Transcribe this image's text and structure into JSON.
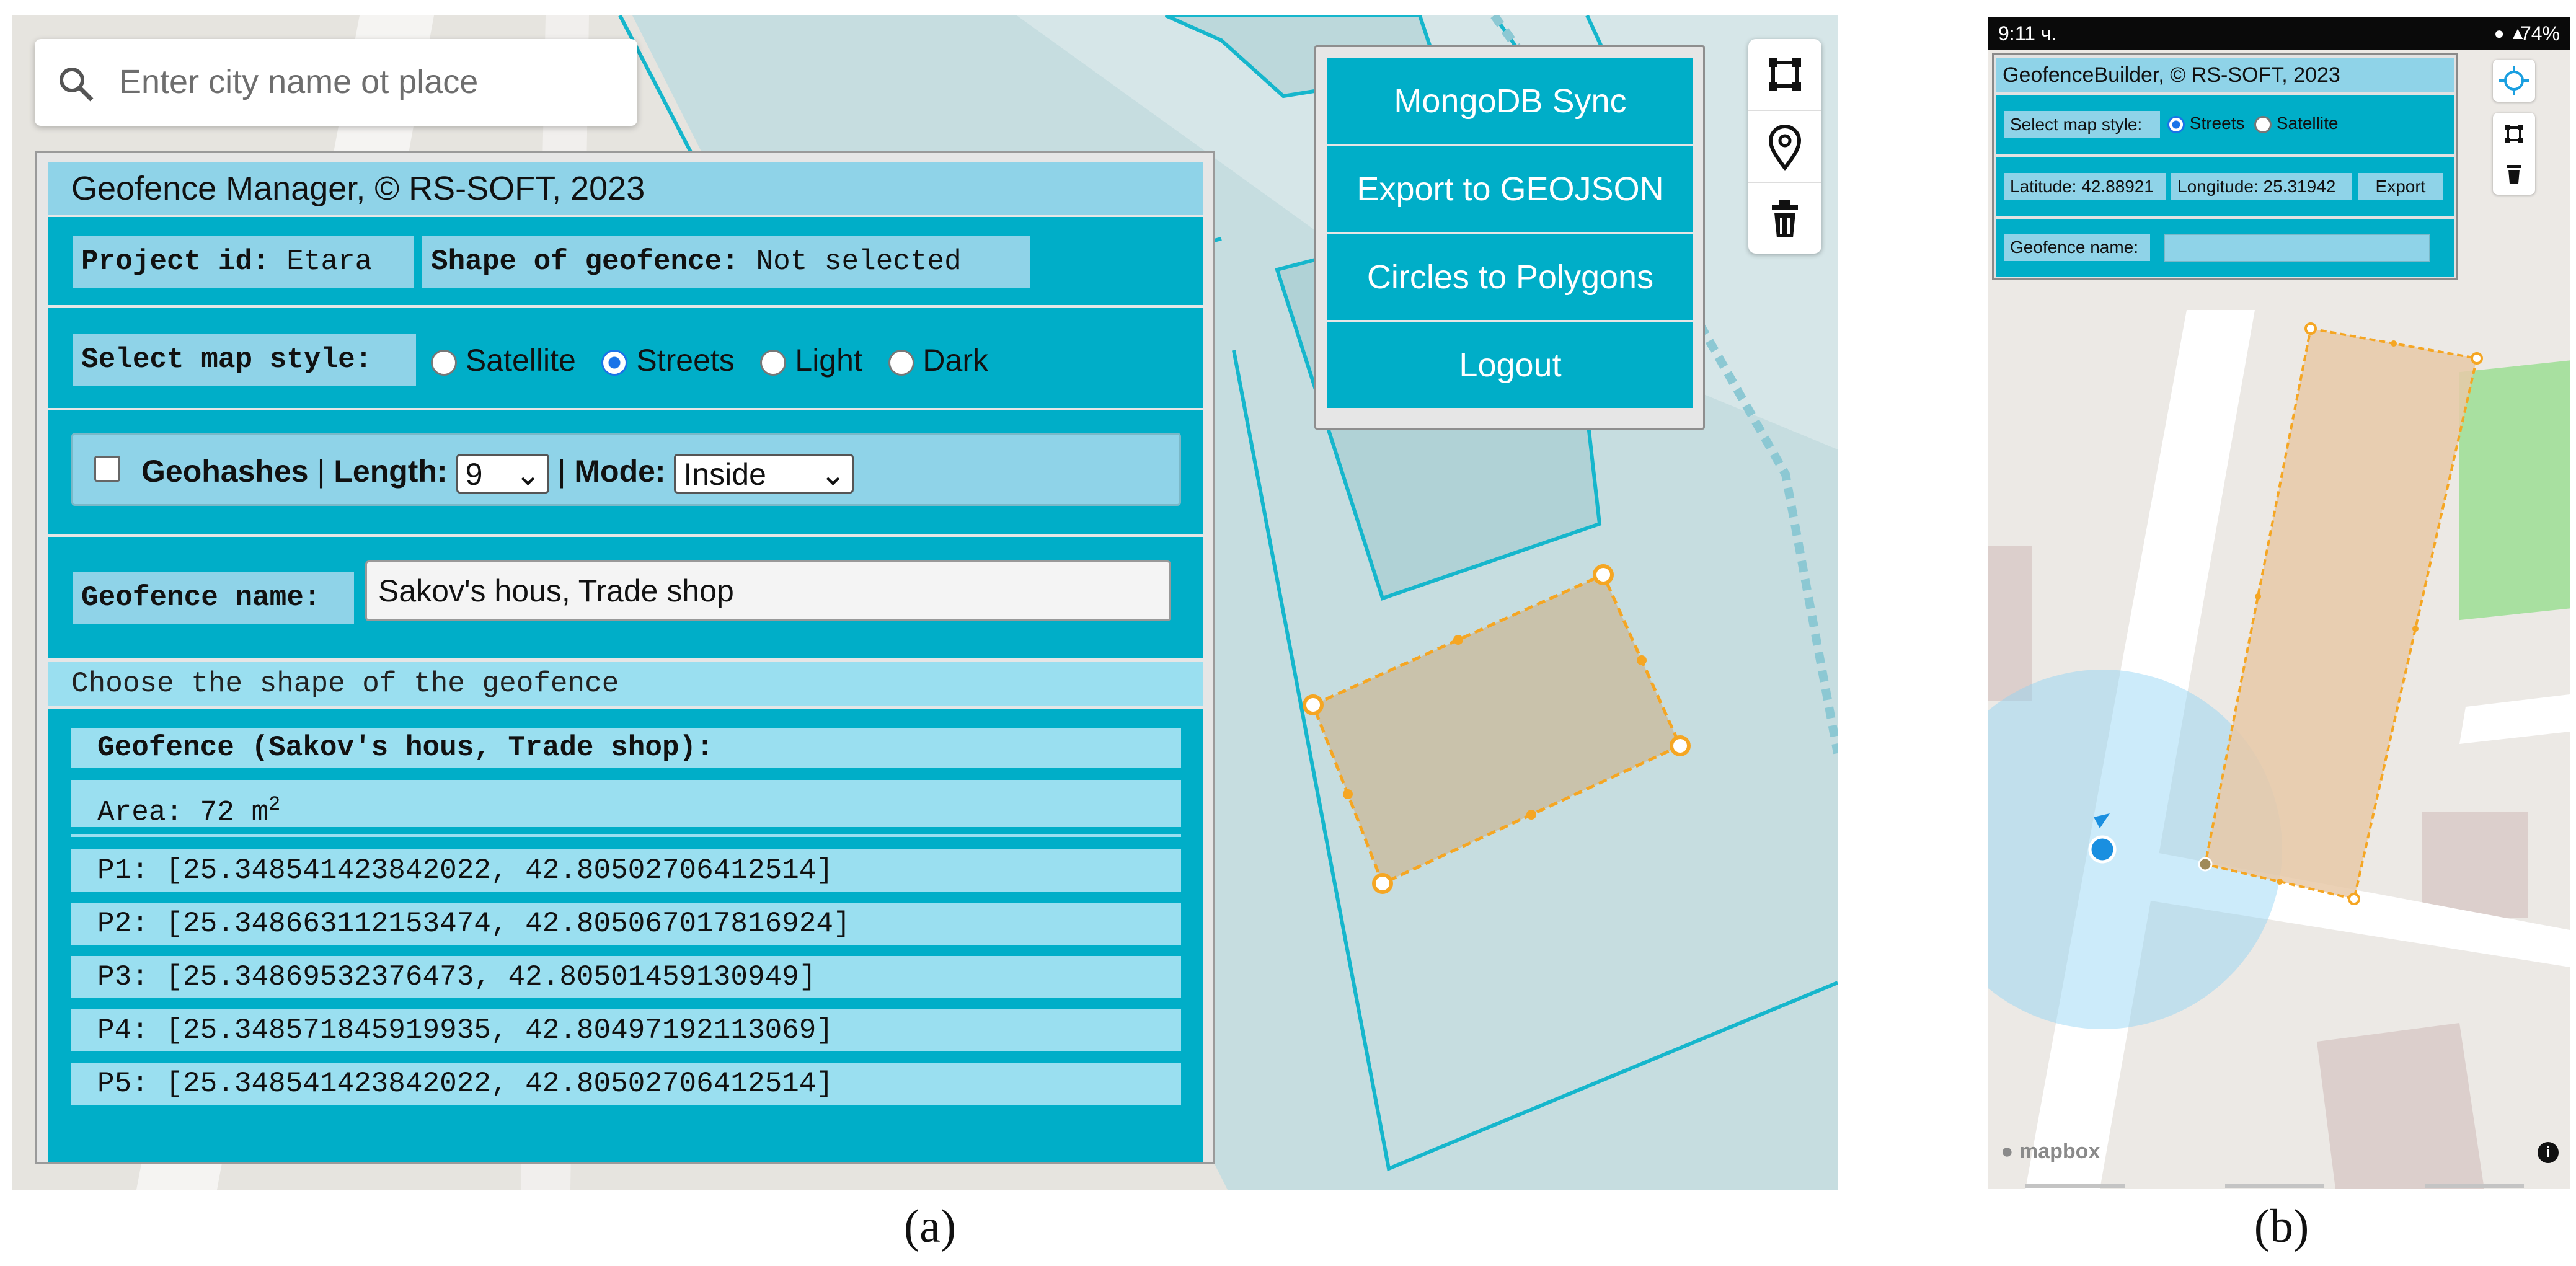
{
  "panel_a": {
    "search": {
      "placeholder": "Enter city name ot place"
    },
    "manager": {
      "title": "Geofence Manager, © RS-SOFT, 2023",
      "project_id_label": "Project id:",
      "project_id_value": "Etara",
      "shape_label": "Shape of geofence:",
      "shape_value": "Not selected",
      "map_style_label": "Select map style:",
      "map_styles": [
        {
          "label": "Satellite",
          "selected": false
        },
        {
          "label": "Streets",
          "selected": true
        },
        {
          "label": "Light",
          "selected": false
        },
        {
          "label": "Dark",
          "selected": false
        }
      ],
      "geohashes_label": "Geohashes",
      "separator": "|",
      "length_label": "Length:",
      "length_value": "9",
      "mode_label": "Mode:",
      "mode_value": "Inside",
      "geofence_name_label": "Geofence name:",
      "geofence_name_value": "Sakov's hous, Trade shop",
      "choose_shape_text": "Choose the shape of the geofence",
      "info_title": "Geofence (Sakov's hous, Trade shop):",
      "area_label": "Area: 72 m",
      "area_sup": "2",
      "points": [
        "P1: [25.348541423842022, 42.80502706412514]",
        "P2: [25.348663112153474, 42.805067017816924]",
        "P3: [25.34869532376473, 42.80501459130949]",
        "P4: [25.348571845919935, 42.80497192113069]",
        "P5: [25.348541423842022, 42.80502706412514]"
      ]
    },
    "dropdown_menu": [
      "MongoDB Sync",
      "Export to GEOJSON",
      "Circles to Polygons",
      "Logout"
    ],
    "draw_controls": [
      "polygon-tool-icon",
      "marker-icon",
      "trash-icon"
    ],
    "caption": "(a)"
  },
  "panel_b": {
    "status_bar": {
      "time": "9:11 ч.",
      "battery": "74%"
    },
    "title": "GeofenceBuilder, © RS-SOFT, 2023",
    "map_style_label": "Select map style:",
    "map_styles": [
      {
        "label": "Streets",
        "selected": true
      },
      {
        "label": "Satellite",
        "selected": false
      }
    ],
    "latitude": "Latitude: 42.88921",
    "longitude": "Longitude: 25.31942",
    "export_label": "Export",
    "geofence_name_label": "Geofence name:",
    "geofence_name_value": "",
    "attribution": "mapbox",
    "info_icon": "info-icon",
    "caption": "(b)"
  },
  "colors": {
    "teal": "#00aec8",
    "light_blue": "#8fd3e8",
    "geofence_fill": "#c9a97a",
    "geofence_stroke": "#f5a623"
  }
}
